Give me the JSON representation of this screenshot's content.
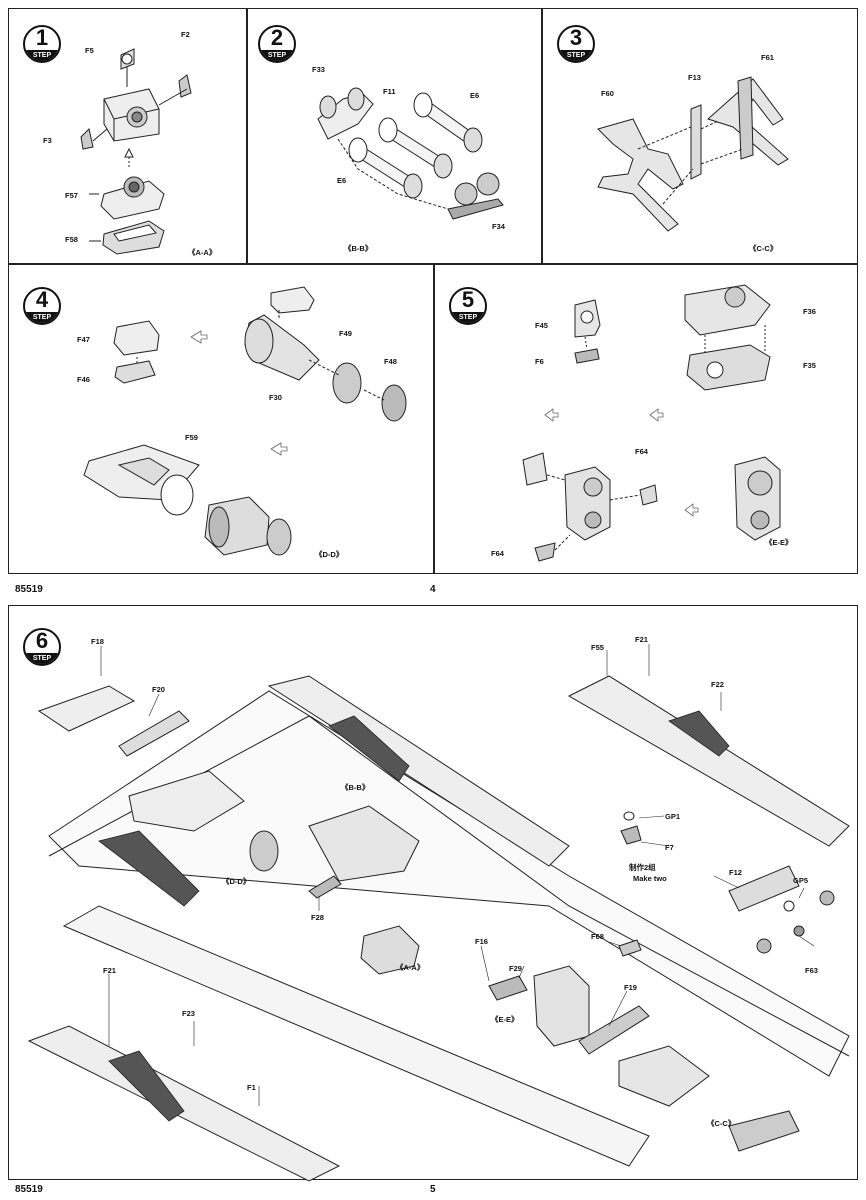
{
  "page_top": {
    "kit_number": "85519",
    "page_number": "4"
  },
  "page_bottom": {
    "kit_number": "85519",
    "page_number": "5"
  },
  "step_badge_label": "STEP",
  "steps": [
    {
      "number": "1",
      "parts": [
        "F5",
        "F2",
        "F3",
        "F57",
        "F58"
      ],
      "subassembly": "A-A"
    },
    {
      "number": "2",
      "parts": [
        "F33",
        "F11",
        "E6",
        "E6",
        "F34"
      ],
      "subassembly": "B-B"
    },
    {
      "number": "3",
      "parts": [
        "F60",
        "F13",
        "F61"
      ],
      "subassembly": "C-C"
    },
    {
      "number": "4",
      "parts": [
        "F47",
        "F46",
        "F30",
        "F49",
        "F48",
        "F59"
      ],
      "subassembly": "D-D"
    },
    {
      "number": "5",
      "parts": [
        "F45",
        "F6",
        "F36",
        "F35",
        "F64",
        "F64"
      ],
      "subassembly": "E-E"
    },
    {
      "number": "6",
      "parts": [
        "F18",
        "F20",
        "F55",
        "F21",
        "F22",
        "GP1",
        "F7",
        "F12",
        "GP5",
        "F63",
        "F28",
        "F16",
        "F68",
        "F29",
        "F19",
        "F21",
        "F23",
        "F1"
      ],
      "subassemblies": [
        "B-B",
        "D-D",
        "A-A",
        "E-E",
        "C-C"
      ],
      "note_cn": "制作2组",
      "note_en": "Make two"
    }
  ]
}
